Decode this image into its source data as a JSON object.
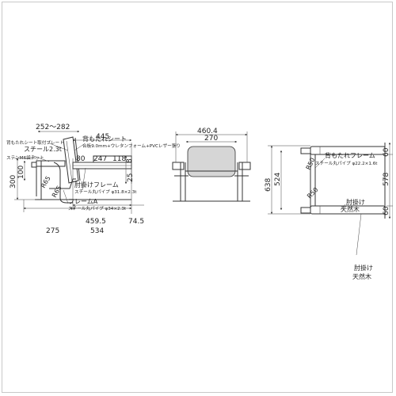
{
  "side_view": {
    "labels": {
      "l1": "背もたれシート取付プレート",
      "l2": "スチール2.3t",
      "l3": "ステンM6袋ナット",
      "l4": "背もたれシート",
      "l5": "合板9.0mm+ウレタンフォーム+PVCレザー張り",
      "l6": "肘掛けフレーム",
      "l7": "スチール丸パイプ φ31.8×2.3t",
      "l8": "フレームA",
      "l9": "スチール丸パイプ φ34×2.3t"
    },
    "dims": {
      "d1": "252～282",
      "d2": "445",
      "d3": "80",
      "d4": "247",
      "d5": "118",
      "d6": "8",
      "d7": "25",
      "d8": "100",
      "d9": "300",
      "d10": "R65",
      "d11": "R65",
      "d12": "459.5",
      "d13": "74.5",
      "d14": "275",
      "d15": "534"
    }
  },
  "front_view": {
    "dims": {
      "d1": "460.4",
      "d2": "270"
    }
  },
  "top_view": {
    "labels": {
      "l1": "背もたれフレーム",
      "l2": "スチール丸パイプ φ22.2×1.6t",
      "l3": "肘掛け",
      "l4": "天然木",
      "l5": "肘掛け",
      "l6": "天然木"
    },
    "dims": {
      "d1": "R50",
      "d2": "R50",
      "d3": "638",
      "d4": "524",
      "d5": "60",
      "d6": "578",
      "d7": "60"
    }
  }
}
